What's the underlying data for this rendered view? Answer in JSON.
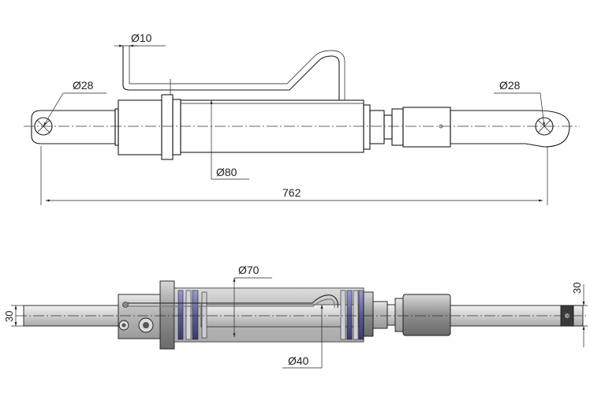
{
  "drawing": {
    "top_view": {
      "dim_pipe_diameter": "Ø10",
      "dim_left_pin": "Ø28",
      "dim_right_pin": "Ø28",
      "dim_barrel": "Ø80",
      "dim_overall_length": "762"
    },
    "section_view": {
      "dim_bore": "Ø70",
      "dim_rod": "Ø40",
      "dim_left_eye_width": "30",
      "dim_right_eye_width": "30"
    },
    "colors": {
      "line": "#1a1a1a",
      "seal_purple": "#5a5a9a",
      "metal_light": "#e2e2e2",
      "metal_mid": "#bdbdbd",
      "metal_dark": "#8a8a8a"
    }
  }
}
